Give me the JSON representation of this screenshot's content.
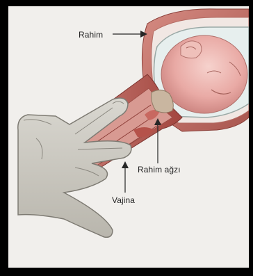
{
  "labels": {
    "uterus": "Rahim",
    "cervix": "Rahim ağzı",
    "vagina": "Vajina"
  }
}
